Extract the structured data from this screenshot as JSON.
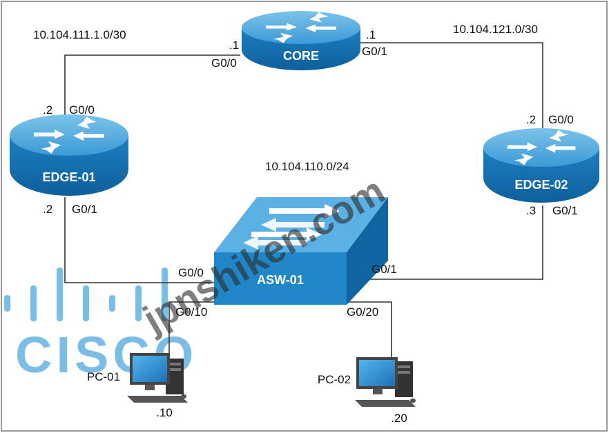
{
  "devices": {
    "core": {
      "name": "CORE"
    },
    "edge01": {
      "name": "EDGE-01"
    },
    "edge02": {
      "name": "EDGE-02"
    },
    "asw01": {
      "name": "ASW-01"
    },
    "pc01": {
      "name": "PC-01",
      "host": ".10"
    },
    "pc02": {
      "name": "PC-02",
      "host": ".20"
    }
  },
  "subnets": {
    "core_edge01": "10.104.111.1.0/30",
    "core_edge02": "10.104.121.0/30",
    "lan": "10.104.110.0/24"
  },
  "interfaces": {
    "core_g00": {
      "port": "G0/0",
      "ip": ".1"
    },
    "core_g01": {
      "port": "G0/1",
      "ip": ".1"
    },
    "edge01_g00": {
      "port": "G0/0",
      "ip": ".2"
    },
    "edge01_g01": {
      "port": "G0/1",
      "ip": ".2"
    },
    "edge02_g00": {
      "port": "G0/0",
      "ip": ".2"
    },
    "edge02_g01": {
      "port": "G0/1",
      "ip": ".3"
    },
    "asw_g00": {
      "port": "G0/0"
    },
    "asw_g01": {
      "port": "G0/1"
    },
    "asw_g010": {
      "port": "G0/10"
    },
    "asw_g020": {
      "port": "G0/20"
    }
  },
  "watermark": {
    "site": "jpnshiken.com",
    "logo": "CISCO"
  },
  "colors": {
    "device_blue": "#1f86c7",
    "device_top": "#4ea9de",
    "watermark_blue": "#4fa7dd"
  }
}
